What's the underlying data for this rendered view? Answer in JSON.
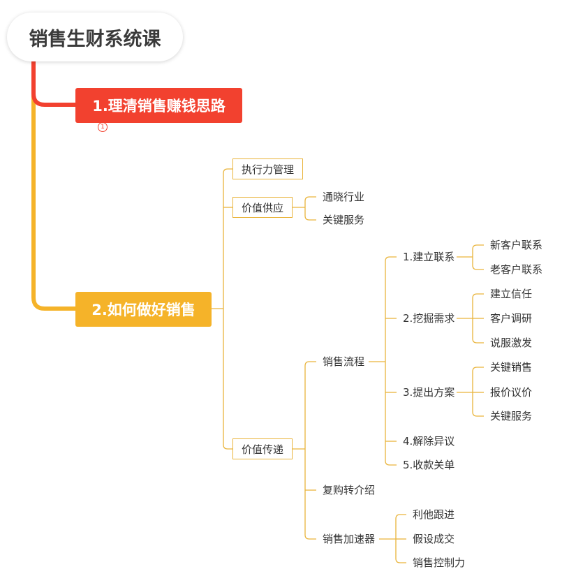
{
  "root": {
    "label": "销售生财系统课"
  },
  "branches": [
    {
      "label": "1.理清销售赚钱思路",
      "color": "#f2412f",
      "collapsed_count": "1"
    },
    {
      "label": "2.如何做好销售",
      "color": "#f5b329",
      "children": [
        {
          "label": "执行力管理"
        },
        {
          "label": "价值供应",
          "children": [
            {
              "label": "通晓行业"
            },
            {
              "label": "关键服务"
            }
          ]
        },
        {
          "label": "价值传递",
          "children": [
            {
              "label": "销售流程",
              "children": [
                {
                  "label": "1.建立联系",
                  "children": [
                    {
                      "label": "新客户联系"
                    },
                    {
                      "label": "老客户联系"
                    }
                  ]
                },
                {
                  "label": "2.挖掘需求",
                  "children": [
                    {
                      "label": "建立信任"
                    },
                    {
                      "label": "客户调研"
                    },
                    {
                      "label": "说服激发"
                    }
                  ]
                },
                {
                  "label": "3.提出方案",
                  "children": [
                    {
                      "label": "关键销售"
                    },
                    {
                      "label": "报价议价"
                    },
                    {
                      "label": "关键服务"
                    }
                  ]
                },
                {
                  "label": "4.解除异议"
                },
                {
                  "label": "5.收款关单"
                }
              ]
            },
            {
              "label": "复购转介绍"
            },
            {
              "label": "销售加速器",
              "children": [
                {
                  "label": "利他跟进"
                },
                {
                  "label": "假设成交"
                },
                {
                  "label": "销售控制力"
                }
              ]
            }
          ]
        }
      ]
    }
  ],
  "colors": {
    "connector": "#e9b43b",
    "text": "#333333",
    "background": "#ffffff"
  }
}
